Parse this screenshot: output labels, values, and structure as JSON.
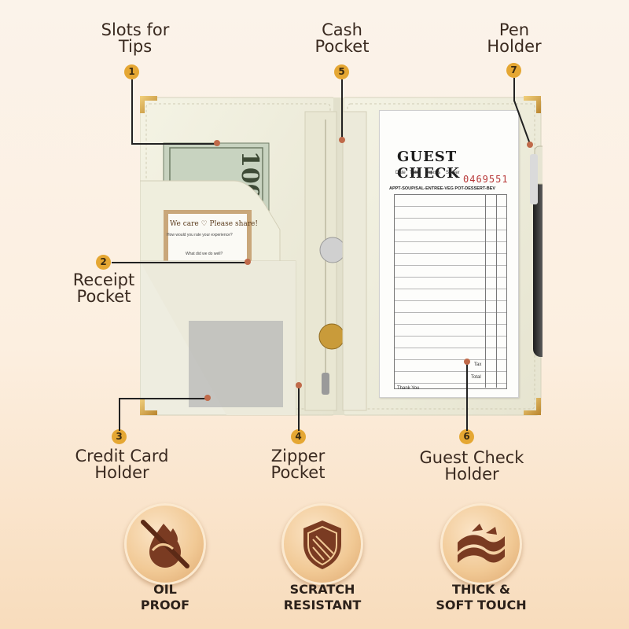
{
  "callouts": [
    {
      "number": "1",
      "label": "Slots for\nTips"
    },
    {
      "number": "2",
      "label": "Receipt\nPocket"
    },
    {
      "number": "3",
      "label": "Credit Card\nHolder"
    },
    {
      "number": "4",
      "label": "Zipper\nPocket"
    },
    {
      "number": "5",
      "label": "Cash\nPocket"
    },
    {
      "number": "6",
      "label": "Guest Check\nHolder"
    },
    {
      "number": "7",
      "label": "Pen\nHolder"
    }
  ],
  "guest_check": {
    "title": "GUEST CHECK",
    "header_fields": [
      "Date",
      "Table",
      "Guests",
      "Server"
    ],
    "number": "0469551",
    "columns": "APPT-SOUP/SAL-ENTREE-VEG POT-DESSERT-BEV",
    "tax": "Tax",
    "total": "Total",
    "thank_you": "Thank You"
  },
  "survey_card": {
    "title": "We care ♡ Please share!",
    "question": "How would you rate your experience?",
    "bottom": "What did we do well?"
  },
  "features": [
    {
      "icon": "oil-proof-icon",
      "label": "OIL\nPROOF"
    },
    {
      "icon": "shield-icon",
      "label": "SCRATCH\nRESISTANT"
    },
    {
      "icon": "layers-icon",
      "label": "THICK &\nSOFT TOUCH"
    }
  ],
  "colors": {
    "accent": "#e5a733",
    "leather": "#efeedd",
    "gold_corner": "#d9a54a",
    "icon_brown": "#7a3b22"
  }
}
